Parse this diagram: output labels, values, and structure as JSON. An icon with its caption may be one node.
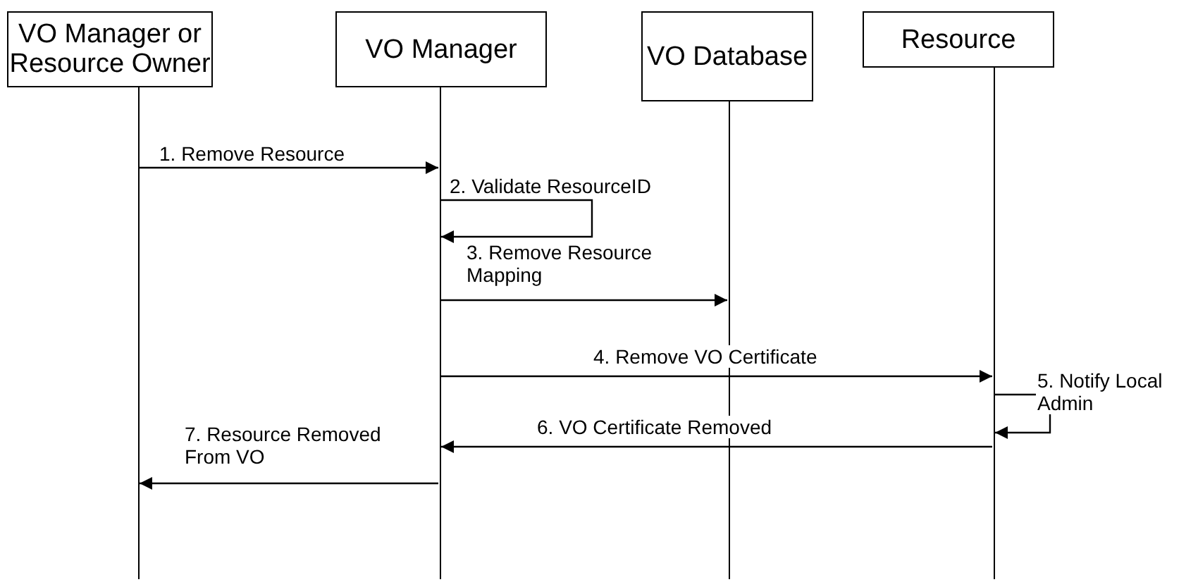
{
  "diagram": {
    "nodes": [
      {
        "text": [
          "VO Manager or Resource Owner"
        ]
      },
      {
        "text": [
          "VO Manager"
        ]
      },
      {
        "text": [
          "VO Database"
        ]
      },
      {
        "text": [
          "Resource"
        ]
      }
    ],
    "edges": [
      {
        "from": 0,
        "to": 1,
        "arrow": "to",
        "label": "1. Remove Resource"
      },
      {
        "from": 1,
        "to": 1,
        "arrow": "to",
        "label": "2. Validate ResourceID"
      },
      {
        "from": 1,
        "to": 2,
        "arrow": "to",
        "label": "3. Remove Resource Mapping"
      },
      {
        "from": 1,
        "to": 3,
        "arrow": "to",
        "label": "4. Remove VO Certificate"
      },
      {
        "from": 3,
        "to": 3,
        "arrow": "to",
        "label": "5. Notify Local Admin"
      },
      {
        "from": 3,
        "to": 1,
        "arrow": "to",
        "label": "6. VO Certificate Removed"
      },
      {
        "from": 1,
        "to": 0,
        "arrow": "to",
        "label": "7. Resource Removed From VO"
      }
    ]
  }
}
